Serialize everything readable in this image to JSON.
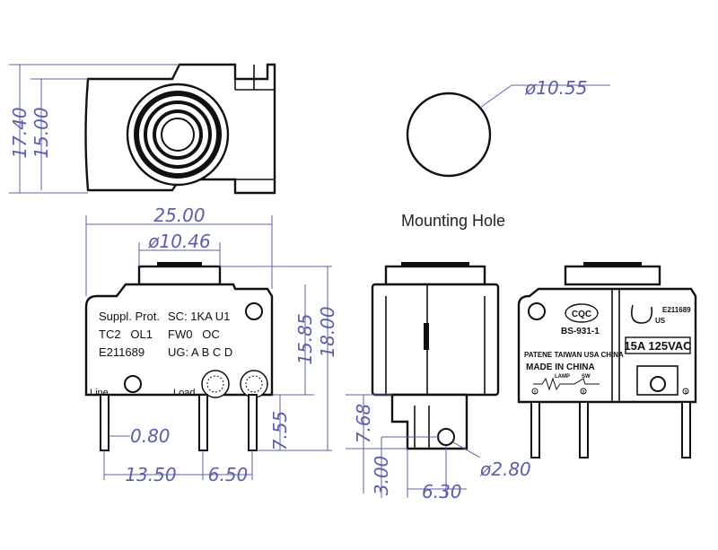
{
  "dimensions": {
    "height_total": "17.40",
    "height_body": "15.00",
    "hole_diameter": "ø10.55",
    "width": "25.00",
    "button_diameter": "ø10.46",
    "height_button": "15.85",
    "height_overall": "18.00",
    "pin_width": "0.80",
    "pin_height": "7.55",
    "pin_spacing_1": "13.50",
    "pin_spacing_2": "6.50",
    "side_height": "7.68",
    "side_hole": "ø2.80",
    "side_offset": "3.00",
    "side_width": "6.30"
  },
  "mounting_hole_label": "Mounting Hole",
  "front_label": {
    "line1_left": "Suppl. Prot.",
    "line1_right": "SC: 1KA U1",
    "line2_left": "TC2   OL1",
    "line2_right": "FW0   OC",
    "line3_left": "E211689",
    "line3_right": "UG: A B C D",
    "terminal_left": "Line",
    "terminal_right": "Load"
  },
  "back_label": {
    "cqc": "CQC",
    "model": "BS-931-1",
    "patent": "PATENE TAIWAN USA CHINA",
    "made_in": "MADE IN CHINA",
    "lamp": "LAMP",
    "sw": "SW",
    "pin1": "1",
    "pin2": "2",
    "pin3": "3",
    "ul_cert": "E211689",
    "us": "US",
    "rating": "15A 125VAC"
  }
}
